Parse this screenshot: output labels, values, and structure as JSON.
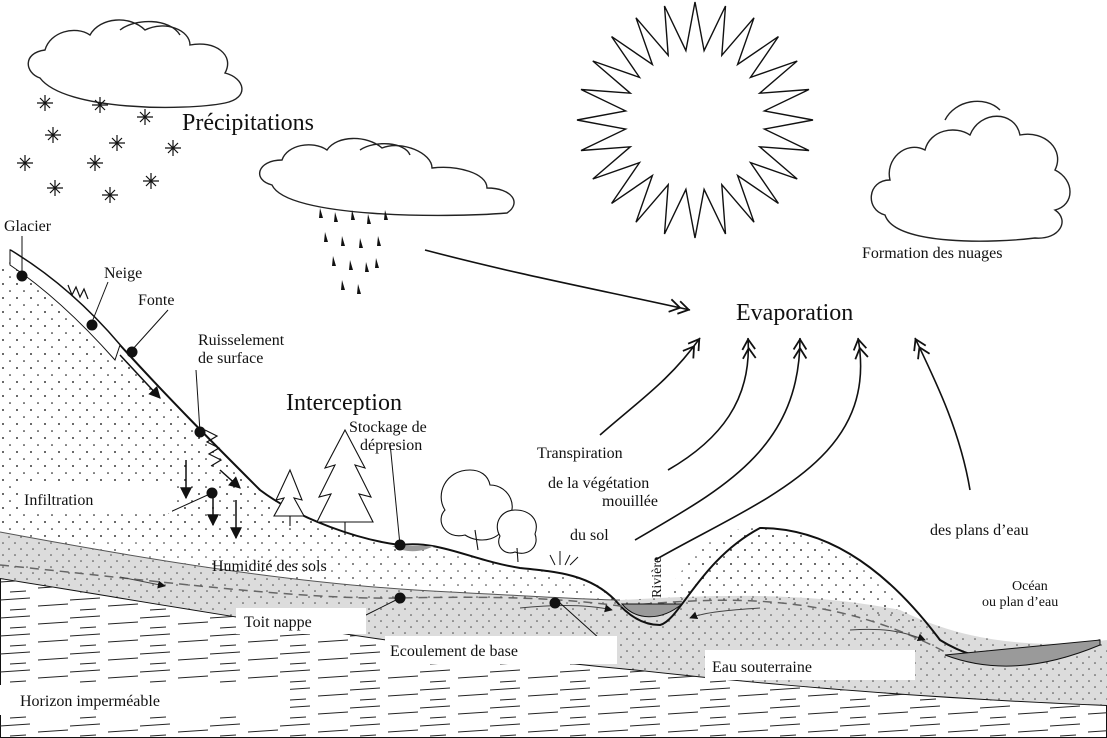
{
  "labels": {
    "precipitations": "Précipitations",
    "formation_nuages": "Formation des nuages",
    "glacier": "Glacier",
    "neige": "Neige",
    "fonte": "Fonte",
    "ruissellement_1": "Ruisselement",
    "ruissellement_2": "de surface",
    "interception": "Interception",
    "stockage_1": "Stockage de",
    "stockage_2": "dépresion",
    "evaporation": "Evaporation",
    "transpiration": "Transpiration",
    "vegetation_1": "de la végétation",
    "vegetation_2": "mouillée",
    "du_sol": "du sol",
    "plans_eau": "des plans d’eau",
    "infiltration": "Infiltration",
    "humidite": "Humidité des sols",
    "riviere": "Rivière",
    "ocean_1": "Océan",
    "ocean_2": "ou plan d’eau",
    "toit_nappe": "Toit nappe",
    "ecoulement": "Ecoulement de base",
    "eau_souterraine": "Eau souterraine",
    "horizon": "Horizon imperméable"
  },
  "colors": {
    "ink": "#111111",
    "groundwater": "#dcdcdc",
    "water": "#9a9a9a"
  }
}
